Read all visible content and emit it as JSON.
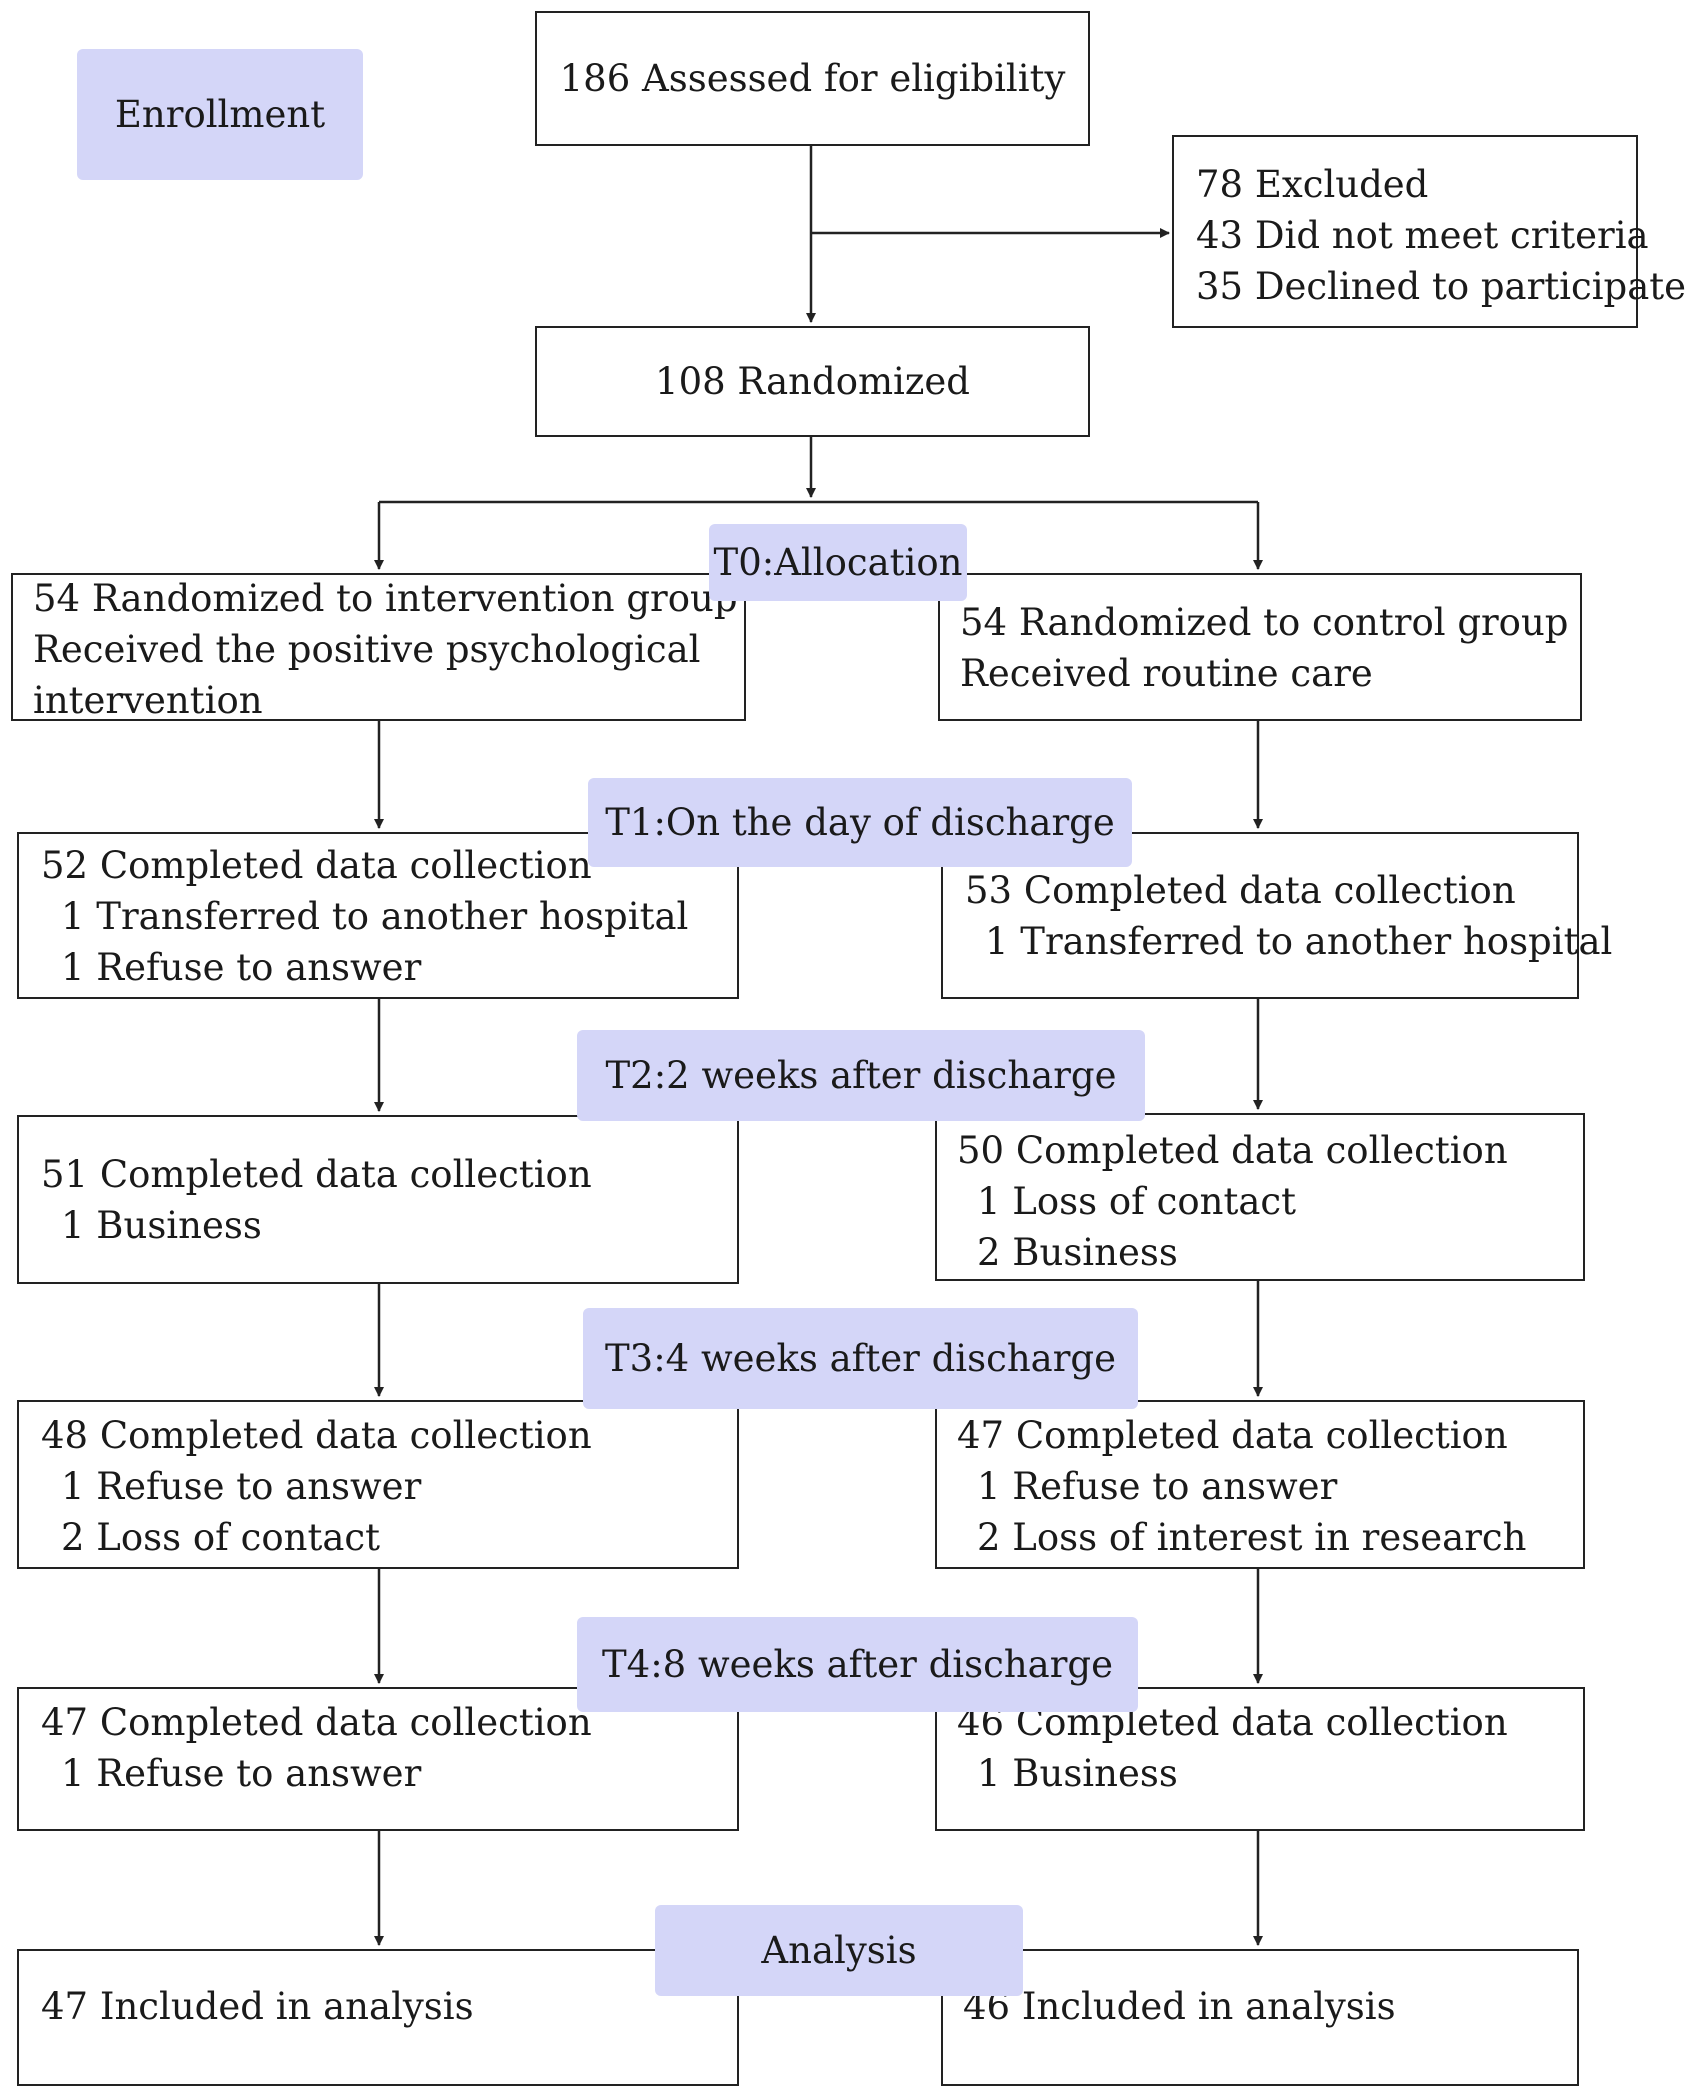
{
  "enrollment": {
    "label": "Enrollment"
  },
  "assessed": {
    "text": "186 Assessed for eligibility"
  },
  "excluded": {
    "lines": [
      "78 Excluded",
      "43 Did not meet criteria",
      "35 Declined to participate"
    ]
  },
  "randomized": {
    "text": "108 Randomized"
  },
  "stages": {
    "t0": "T0:Allocation",
    "t1": "T1:On the day of discharge",
    "t2": "T2:2 weeks after discharge",
    "t3": "T3:4 weeks after discharge",
    "t4": "T4:8 weeks after discharge",
    "analysis": "Analysis"
  },
  "intervention": {
    "allocation": [
      "54 Randomized to intervention group",
      "Received the positive psychological",
      "intervention"
    ],
    "t1": [
      "52 Completed data collection",
      "1 Transferred to another hospital",
      "1 Refuse to answer"
    ],
    "t2": [
      "51 Completed data collection",
      "1 Business"
    ],
    "t3": [
      "48 Completed data collection",
      "1 Refuse to answer",
      "2 Loss of contact"
    ],
    "t4": [
      "47 Completed data collection",
      "1 Refuse to answer"
    ],
    "analysis": [
      "47 Included in analysis"
    ]
  },
  "control": {
    "allocation": [
      "54 Randomized to control group",
      "Received routine care"
    ],
    "t1": [
      "53 Completed data collection",
      "1 Transferred to another hospital"
    ],
    "t2": [
      "50 Completed data collection",
      "1 Loss of contact",
      "2 Business"
    ],
    "t3": [
      "47 Completed data collection",
      "1 Refuse to answer",
      "2 Loss of interest in research"
    ],
    "t4": [
      "46 Completed data collection",
      "1 Business"
    ],
    "analysis": [
      "46 Included in analysis"
    ]
  }
}
